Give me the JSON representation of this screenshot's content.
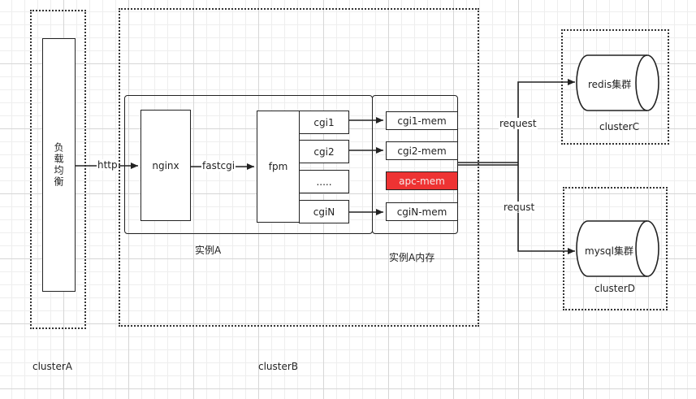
{
  "clusters": {
    "a": "clusterA",
    "b": "clusterB",
    "c": "clusterC",
    "d": "clusterD"
  },
  "nodes": {
    "load_balancer": "负载均衡",
    "nginx": "nginx",
    "fpm": "fpm",
    "cgi1": "cgi1",
    "cgi2": "cgi2",
    "cgi_ellipsis": ".....",
    "cgiN": "cgiN",
    "cgi1_mem": "cgi1-mem",
    "cgi2_mem": "cgi2-mem",
    "apc_mem": "apc-mem",
    "cgiN_mem": "cgiN-mem",
    "redis": "redis集群",
    "mysql": "mysql集群"
  },
  "groups": {
    "instance_a": "实例A",
    "instance_a_mem": "实例A内存"
  },
  "edges": {
    "http": "http",
    "fastcgi": "fastcgi",
    "request_redis": "request",
    "request_mysql": "requst"
  },
  "colors": {
    "apc_mem_fill": "#ee3333",
    "stroke": "#222222"
  }
}
